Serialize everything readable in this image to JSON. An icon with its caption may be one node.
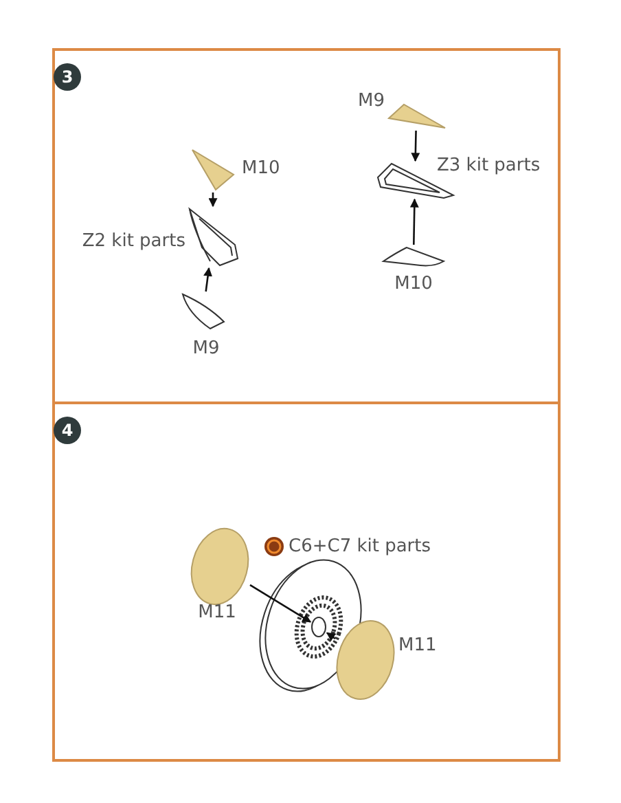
{
  "diagram": {
    "nodes": [
      {
        "text": [
          "3"
        ]
      },
      {
        "text": [],
        "shape": "picture",
        "in": 0,
        "beside": [
          "M10"
        ]
      },
      {
        "text": [],
        "shape": "picture",
        "in": 0,
        "beside": [
          "Z2 kit parts"
        ]
      },
      {
        "text": [],
        "shape": "picture",
        "in": 0,
        "beside": [
          "M9"
        ]
      },
      {
        "text": [],
        "shape": "picture",
        "in": 0,
        "beside": [
          "M9"
        ]
      },
      {
        "text": [],
        "shape": "picture",
        "in": 0,
        "beside": [
          "Z3 kit parts"
        ]
      },
      {
        "text": [],
        "shape": "picture",
        "in": 0,
        "beside": [
          "M10"
        ]
      },
      {
        "text": [
          "4"
        ]
      },
      {
        "text": [],
        "shape": "circle",
        "in": 7,
        "beside": [
          "M11"
        ]
      },
      {
        "text": [],
        "shape": "picture",
        "in": 7,
        "beside": [
          "C6+C7 kit parts"
        ]
      },
      {
        "text": [],
        "shape": "circle",
        "in": 7,
        "beside": [
          "M11"
        ]
      }
    ],
    "edges": [
      {
        "from": 1,
        "to": 2,
        "arrow": "to"
      },
      {
        "from": 3,
        "to": 2,
        "arrow": "to"
      },
      {
        "from": 4,
        "to": 5,
        "arrow": "to"
      },
      {
        "from": 6,
        "to": 5,
        "arrow": "to"
      },
      {
        "from": 8,
        "to": 9,
        "arrow": "to"
      },
      {
        "from": 10,
        "to": 9,
        "arrow": "to"
      }
    ]
  }
}
